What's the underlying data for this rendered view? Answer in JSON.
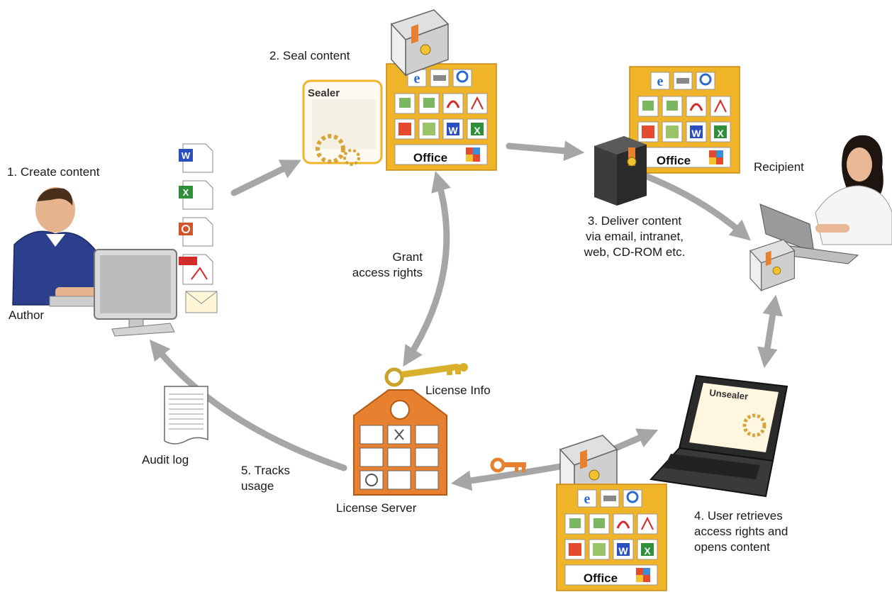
{
  "steps": {
    "create": "1. Create content",
    "seal": "2. Seal content",
    "deliver": [
      "3. Deliver content",
      "via email, intranet,",
      "web, CD-ROM etc."
    ],
    "retrieve": [
      "4. User retrieves",
      "access rights and",
      "opens content"
    ],
    "tracks": [
      "5. Tracks",
      "usage"
    ]
  },
  "roles": {
    "author": "Author",
    "recipient": "Recipient",
    "license_server": "License Server",
    "license_info": "License Info",
    "audit_log": "Audit log",
    "grant": [
      "Grant",
      "access rights"
    ]
  },
  "widgets": {
    "sealer": "Sealer",
    "unsealer": "Unsealer",
    "office": "Office"
  },
  "colors": {
    "arrow": "#a6a6a6",
    "package_orange": "#f0b429",
    "tag_orange": "#e8812f",
    "author_shirt": "#2b3f8c"
  }
}
